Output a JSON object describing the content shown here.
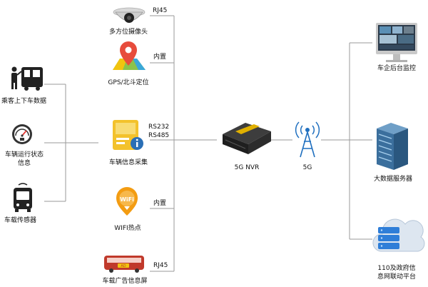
{
  "left": {
    "passengers": "乘客上下车数据",
    "vehicle_status": [
      "车辆运行状态",
      "信息"
    ],
    "sensor": "车载传感器"
  },
  "devices": {
    "camera": "多方位摄像头",
    "gps": "GPS/北斗定位",
    "info": "车辆信息采集",
    "wifi": "WIFI热点",
    "ad_screen": "车载广告信息屏"
  },
  "connections": {
    "camera": "RJ45",
    "gps": "内置",
    "info_1": "RS232",
    "info_2": "RS485",
    "wifi": "内置",
    "ad_screen": "RJ45"
  },
  "center": {
    "nvr": "5G NVR",
    "network": "5G"
  },
  "right": {
    "monitor": "车企后台监控",
    "bigdata": "大数据服务器",
    "platform": [
      "110及政府信",
      "息网联动平台"
    ]
  },
  "icons": {
    "bus": "bus-icon",
    "gauge": "fuel-gauge-icon",
    "sensor_bus": "bus-front-icon",
    "camera": "dome-camera-icon",
    "gps": "map-pin-icon",
    "info": "info-terminal-icon",
    "wifi": "wifi-pin-icon",
    "ad": "ad-bus-icon",
    "nvr": "nvr-device-icon",
    "tower": "antenna-tower-icon",
    "monitor": "desktop-monitor-icon",
    "server": "server-rack-icon",
    "cloud": "cloud-server-icon"
  },
  "colors": {
    "line": "#9a9a9a",
    "gps_red": "#e74c3c",
    "info_yellow": "#f3c22c",
    "info_blue": "#2a6fb6",
    "wifi_orange": "#f39c12",
    "tower_blue": "#1f6fbf",
    "server_blue": "#3b6f9d",
    "ad_red": "#c0392b"
  }
}
